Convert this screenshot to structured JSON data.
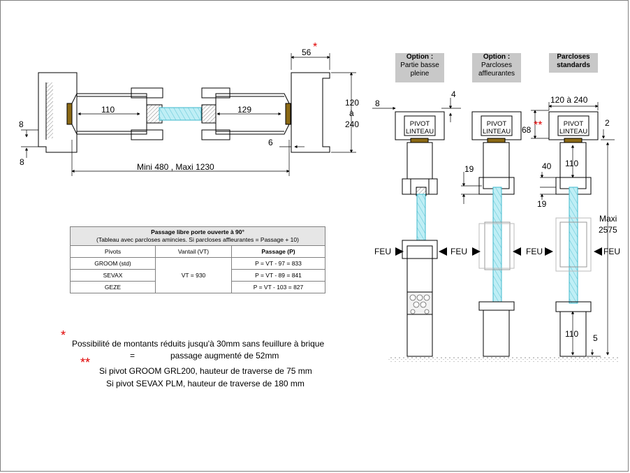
{
  "plan": {
    "dim_56": "56",
    "dim_110": "110",
    "dim_129": "129",
    "dim_8a": "8",
    "dim_8b": "8",
    "dim_6": "6",
    "dim_120_l1": "120",
    "dim_120_l2": "à",
    "dim_120_l3": "240",
    "dim_width": "Mini 480 , Maxi 1230",
    "star": "*"
  },
  "options": {
    "opt1_l1": "Option :",
    "opt1_l2": "Partie basse",
    "opt1_l3": "pleine",
    "opt2_l1": "Option :",
    "opt2_l2": "Parcloses",
    "opt2_l3": "affleurantes",
    "opt3_l1": "Parcloses",
    "opt3_l2": "standards"
  },
  "elevation": {
    "pivot_l1": "PIVOT",
    "pivot_l2": "LINTEAU",
    "dim_8": "8",
    "dim_4": "4",
    "dim_19a": "19",
    "dim_120_240": "120 à 240",
    "dim_68": "68",
    "dim_2": "2",
    "dim_110a": "110",
    "dim_40": "40",
    "dim_19b": "19",
    "dim_maxi_l1": "Maxi",
    "dim_maxi_l2": "2575",
    "dim_110b": "110",
    "dim_5": "5",
    "feu": "FEU",
    "stars2": "**"
  },
  "table": {
    "title": "Passage libre porte ouverte à 90°",
    "subtitle": "(Tableau avec parcloses amincies. Si parcloses affleurantes = Passage + 10)",
    "headers": [
      "Pivots",
      "Vantail (VT)",
      "Passage (P)"
    ],
    "rows": [
      {
        "pivot": "GROOM (std)",
        "passage": "P = VT - 97 = 833"
      },
      {
        "pivot": "SEVAX",
        "passage": "P = VT - 89 = 841"
      },
      {
        "pivot": "GEZE",
        "passage": "P = VT - 103 = 827"
      }
    ],
    "vantail": "VT = 930"
  },
  "notes": {
    "star1": "*",
    "line1": "Possibilité de montants réduits jusqu'à 30mm sans feuillure à brique",
    "line2_eq": "=",
    "line2": "passage augmenté de 52mm",
    "star2": "**",
    "line3": "Si pivot GROOM GRL200, hauteur de traverse de 75 mm",
    "line4": "Si pivot SEVAX PLM, hauteur de traverse de 180 mm"
  },
  "colors": {
    "glass": "#7fd8e6",
    "pivot_brown": "#8b6914",
    "option_bg": "#c8c8c8",
    "star_red": "#e00000"
  }
}
